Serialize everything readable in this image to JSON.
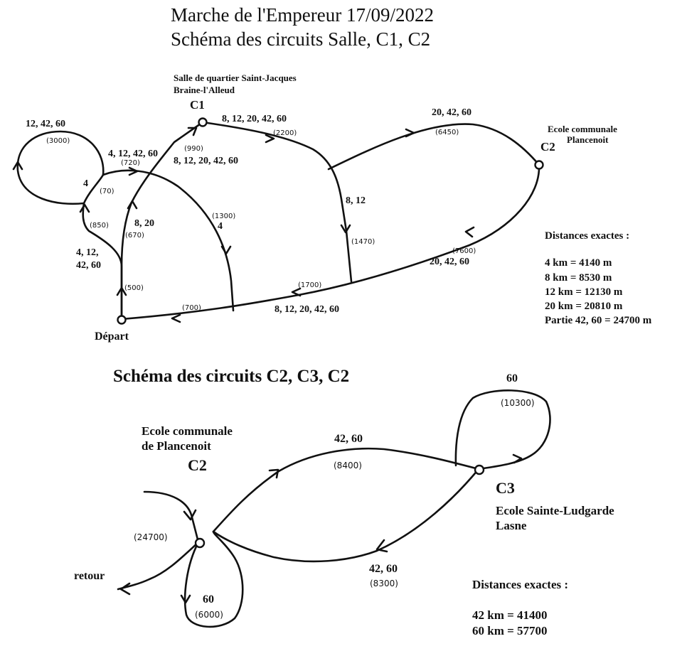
{
  "title_line1": "Marche de l'Empereur  17/09/2022",
  "title_line2": "Schéma des circuits Salle, C1, C2",
  "subtitle": "Schéma des circuits C2, C3, C2",
  "top": {
    "c1_place_line1": "Salle de quartier Saint-Jacques",
    "c1_place_line2": "Braine-l'Alleud",
    "c1_name": "C1",
    "c2_place_line1": "Ecole communale",
    "c2_place_line2": "Plancenoit",
    "c2_name": "C2",
    "depart": "Départ",
    "labels": {
      "loop": "12, 42, 60",
      "a": "4, 12, 42, 60",
      "b": "4",
      "c": "8, 12, 20, 42, 60",
      "d": "8, 12, 20, 42, 60",
      "e": "8, 20",
      "f": "4",
      "g": "20, 42, 60",
      "h": "8, 12",
      "i": "20, 42, 60",
      "j": "8, 12, 20, 42, 60",
      "k_line1": "4, 12,",
      "k_line2": "42, 60"
    },
    "dists": {
      "loop": "(3000)",
      "a": "(720)",
      "b": "(70)",
      "c": "(990)",
      "d": "(2200)",
      "e": "(670)",
      "f": "(1300)",
      "g": "(6450)",
      "h": "(1470)",
      "i": "(7600)",
      "j": "(1700)",
      "k": "(850)",
      "l": "(500)",
      "m": "(700)"
    },
    "legend_title": "Distances exactes :",
    "legend_lines": [
      "4 km = 4140 m",
      "8 km = 8530 m",
      "12 km = 12130 m",
      "20 km = 20810 m",
      "Partie 42, 60 = 24700 m"
    ]
  },
  "bottom": {
    "c2_place_line1": "Ecole communale",
    "c2_place_line2": "de Plancenoit",
    "c2_name": "C2",
    "c3_name": "C3",
    "c3_place_line1": "Ecole Sainte-Ludgarde",
    "c3_place_line2": "Lasne",
    "retour": "retour",
    "labels": {
      "top_route": "42, 60",
      "bottom_route": "42, 60",
      "loop_c3": "60",
      "loop_c2": "60"
    },
    "dists": {
      "top_route": "(8400)",
      "bottom_route": "(8300)",
      "loop_c3": "(10300)",
      "loop_c2": "(6000)",
      "in": "(24700)"
    },
    "legend_title": "Distances exactes :",
    "legend_lines": [
      "42 km = 41400",
      "60 km = 57700"
    ]
  }
}
